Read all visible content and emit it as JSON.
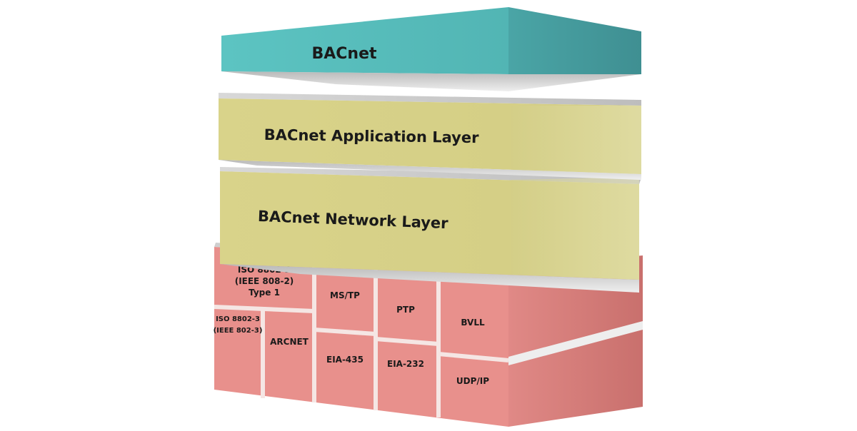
{
  "layers": {
    "top": "BACnet",
    "application": "BACnet Application Layer",
    "network": "BACnet Network Layer"
  },
  "datalink": {
    "iso8802_2": [
      "ISO 8802-2",
      "(IEEE 808-2)",
      "Type 1"
    ],
    "iso8802_3": [
      "ISO 8802-3",
      "(IEEE 802-3)"
    ],
    "arcnet": "ARCNET",
    "mstp": "MS/TP",
    "eia435": "EIA-435",
    "ptp": "PTP",
    "eia232": "EIA-232",
    "bvll": "BVLL",
    "udpip": "UDP/IP"
  },
  "colors": {
    "teal": "#5bbfbd",
    "olive": "#d6d18a",
    "salmon": "#e58a86"
  }
}
